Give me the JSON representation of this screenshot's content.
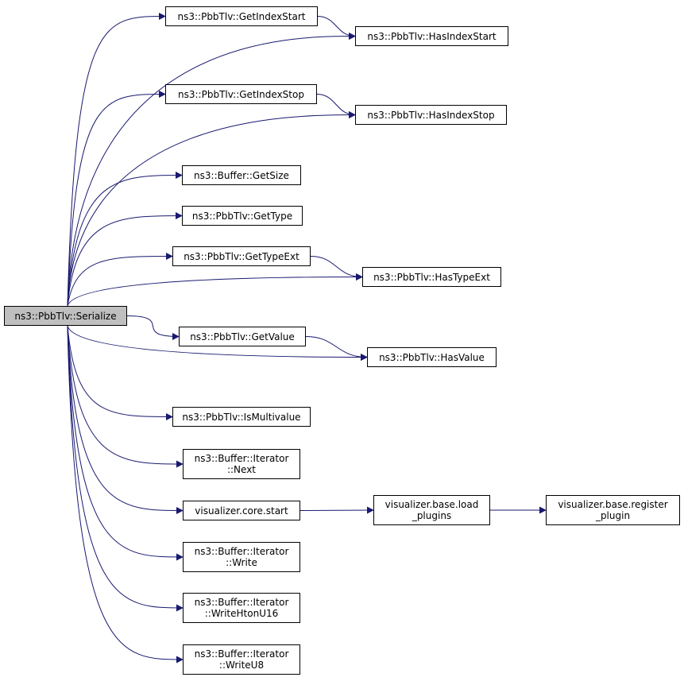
{
  "graph": {
    "edge_color": "#191970",
    "nodes": [
      {
        "id": "serialize",
        "lines": [
          "ns3::PbbTlv::Serialize"
        ],
        "highlighted": true
      },
      {
        "id": "getindexstart",
        "lines": [
          "ns3::PbbTlv::GetIndexStart"
        ]
      },
      {
        "id": "hasindexstart",
        "lines": [
          "ns3::PbbTlv::HasIndexStart"
        ]
      },
      {
        "id": "getindexstop",
        "lines": [
          "ns3::PbbTlv::GetIndexStop"
        ]
      },
      {
        "id": "hasindexstop",
        "lines": [
          "ns3::PbbTlv::HasIndexStop"
        ]
      },
      {
        "id": "getsize",
        "lines": [
          "ns3::Buffer::GetSize"
        ]
      },
      {
        "id": "gettype",
        "lines": [
          "ns3::PbbTlv::GetType"
        ]
      },
      {
        "id": "gettypeext",
        "lines": [
          "ns3::PbbTlv::GetTypeExt"
        ]
      },
      {
        "id": "hastypeext",
        "lines": [
          "ns3::PbbTlv::HasTypeExt"
        ]
      },
      {
        "id": "getvalue",
        "lines": [
          "ns3::PbbTlv::GetValue"
        ]
      },
      {
        "id": "hasvalue",
        "lines": [
          "ns3::PbbTlv::HasValue"
        ]
      },
      {
        "id": "ismultivalue",
        "lines": [
          "ns3::PbbTlv::IsMultivalue"
        ]
      },
      {
        "id": "next",
        "lines": [
          "ns3::Buffer::Iterator",
          "::Next"
        ]
      },
      {
        "id": "corestart",
        "lines": [
          "visualizer.core.start"
        ]
      },
      {
        "id": "loadplugins",
        "lines": [
          "visualizer.base.load",
          "_plugins"
        ]
      },
      {
        "id": "registerplugin",
        "lines": [
          "visualizer.base.register",
          "_plugin"
        ]
      },
      {
        "id": "write",
        "lines": [
          "ns3::Buffer::Iterator",
          "::Write"
        ]
      },
      {
        "id": "writehtonu16",
        "lines": [
          "ns3::Buffer::Iterator",
          "::WriteHtonU16"
        ]
      },
      {
        "id": "writeu8",
        "lines": [
          "ns3::Buffer::Iterator",
          "::WriteU8"
        ]
      }
    ],
    "edges": [
      [
        "serialize",
        "getindexstart"
      ],
      [
        "serialize",
        "hasindexstart"
      ],
      [
        "getindexstart",
        "hasindexstart"
      ],
      [
        "serialize",
        "getindexstop"
      ],
      [
        "serialize",
        "hasindexstop"
      ],
      [
        "getindexstop",
        "hasindexstop"
      ],
      [
        "serialize",
        "getsize"
      ],
      [
        "serialize",
        "gettype"
      ],
      [
        "serialize",
        "gettypeext"
      ],
      [
        "serialize",
        "hastypeext"
      ],
      [
        "gettypeext",
        "hastypeext"
      ],
      [
        "serialize",
        "getvalue"
      ],
      [
        "serialize",
        "hasvalue"
      ],
      [
        "getvalue",
        "hasvalue"
      ],
      [
        "serialize",
        "ismultivalue"
      ],
      [
        "serialize",
        "next"
      ],
      [
        "serialize",
        "corestart"
      ],
      [
        "corestart",
        "loadplugins"
      ],
      [
        "loadplugins",
        "registerplugin"
      ],
      [
        "serialize",
        "write"
      ],
      [
        "serialize",
        "writehtonu16"
      ],
      [
        "serialize",
        "writeu8"
      ]
    ]
  }
}
